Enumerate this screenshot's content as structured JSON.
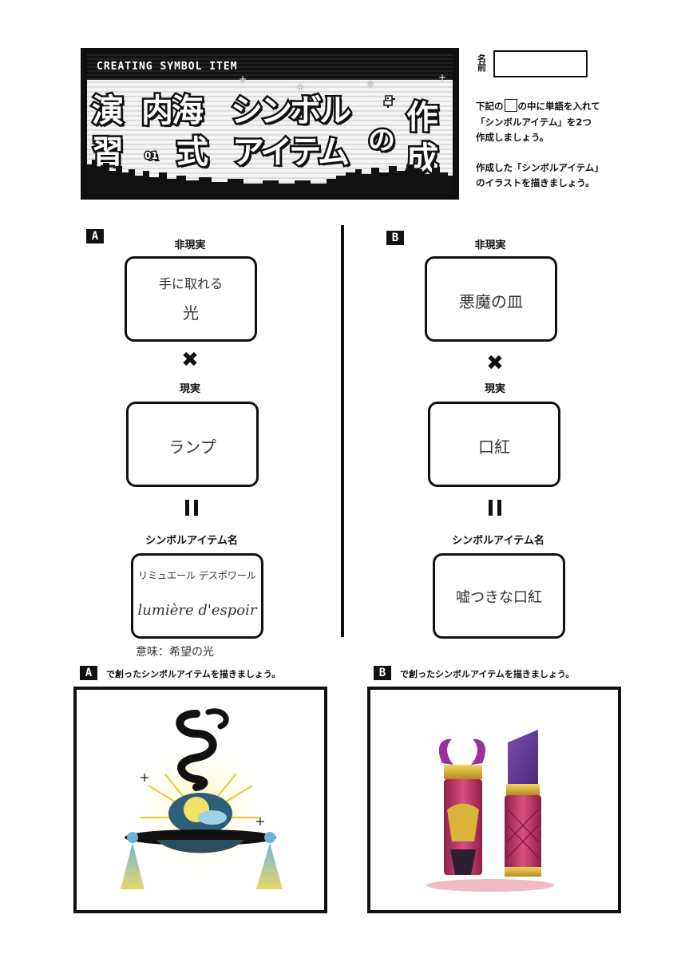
{
  "banner": {
    "subtitle_en": "CREATING SYMBOL ITEM",
    "title_en": "演",
    "title_shu": "習",
    "title_number": "01",
    "title_uchi": "内海",
    "title_shiki": "式",
    "title_symbol": "シンボル",
    "title_item": "アイテム",
    "title_no": "の",
    "title_saku": "作",
    "title_sei": "成"
  },
  "name": {
    "label": "名前",
    "value": ""
  },
  "instructions": {
    "line1_pre": "下記の",
    "line1_post": "の中に単語を入れて",
    "line2": "「シンボルアイテム」を2つ",
    "line3": "作成しましょう。",
    "line4": "作成した「シンボルアイテム」",
    "line5": "のイラストを描きましょう。"
  },
  "sections": [
    {
      "marker": "A",
      "unreal_label": "非現実",
      "unreal_line1": "手に取れる",
      "unreal_line2": "光",
      "operator": "✖",
      "real_label": "現実",
      "real_value": "ランプ",
      "name_label": "シンボルアイテム名",
      "name_line1": "リミュエール デスポワール",
      "name_line2": "lumière d'espoir",
      "meaning": "意味：希望の光",
      "draw_caption": "で創ったシンボルアイテムを描きましょう。"
    },
    {
      "marker": "B",
      "unreal_label": "非現実",
      "unreal_line1": "悪魔の皿",
      "operator": "✖",
      "real_label": "現実",
      "real_value": "口紅",
      "name_label": "シンボルアイテム名",
      "name_line1": "嘘つきな口紅",
      "draw_caption": "で創ったシンボルアイテムを描きましょう。"
    }
  ]
}
